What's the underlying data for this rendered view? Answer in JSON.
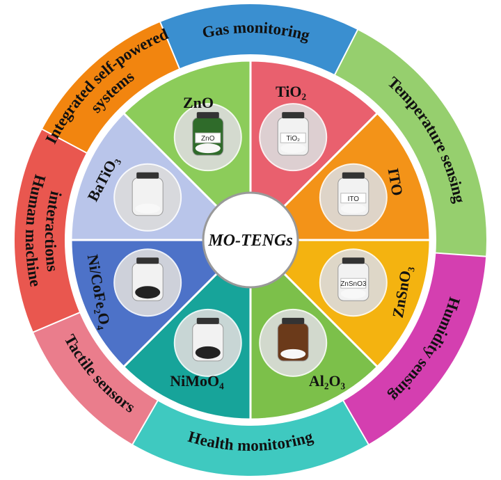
{
  "center": {
    "title": "MO-TENGs"
  },
  "applications": [
    {
      "id": "gas",
      "lines": [
        "Gas monitoring"
      ],
      "color": "#3a8fd0"
    },
    {
      "id": "temperature",
      "lines": [
        "Temperature sensing"
      ],
      "color": "#96cf6e"
    },
    {
      "id": "humidity",
      "lines": [
        "Humidity sensing"
      ],
      "color": "#d43fb0"
    },
    {
      "id": "health",
      "lines": [
        "Health monitoring"
      ],
      "color": "#3fc9c0"
    },
    {
      "id": "tactile",
      "lines": [
        "Tactile sensors"
      ],
      "color": "#ea7d8c"
    },
    {
      "id": "hmi",
      "lines": [
        "Human machine",
        "interactions"
      ],
      "color": "#e9574f"
    },
    {
      "id": "integrated",
      "lines": [
        "Integrated self-powered",
        "systems"
      ],
      "color": "#f2850f"
    }
  ],
  "materials": [
    {
      "id": "tio2",
      "label": "TiO₂",
      "jar_label": "TiO₂",
      "color": "#e9606e"
    },
    {
      "id": "ito",
      "label": "ITO",
      "jar_label": "ITO",
      "color": "#f39318"
    },
    {
      "id": "znsno3",
      "label": "ZnSnO₃",
      "jar_label": "ZnSnO3",
      "color": "#f4b310"
    },
    {
      "id": "al2o3",
      "label": "Al₂O₃",
      "jar_label": "",
      "color": "#7cc04a"
    },
    {
      "id": "nimoo4",
      "label": "NiMoO₄",
      "jar_label": "",
      "color": "#17a49a"
    },
    {
      "id": "nicofe2o4",
      "label": "Ni/CoFe₂O₄",
      "jar_label": "",
      "color": "#4d72c8"
    },
    {
      "id": "batio3",
      "label": "BaTiO₃",
      "jar_label": "",
      "color": "#b9c5ea"
    },
    {
      "id": "zno",
      "label": "ZnO",
      "jar_label": "ZnO",
      "color": "#8ccc5a"
    }
  ]
}
